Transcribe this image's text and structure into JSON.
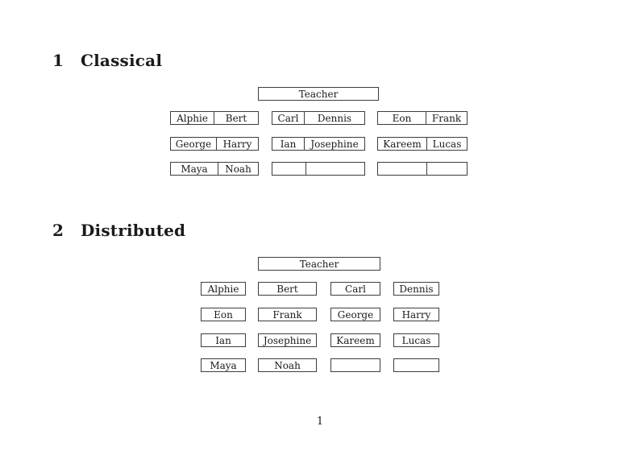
{
  "sections": [
    {
      "number": "1",
      "title": "Classical"
    },
    {
      "number": "2",
      "title": "Distributed"
    }
  ],
  "classical": {
    "teacher": "Teacher",
    "rows": [
      [
        [
          "Alphie",
          "Bert"
        ],
        [
          "Carl",
          "Dennis"
        ],
        [
          "Eon",
          "Frank"
        ]
      ],
      [
        [
          "George",
          "Harry"
        ],
        [
          "Ian",
          "Josephine"
        ],
        [
          "Kareem",
          "Lucas"
        ]
      ],
      [
        [
          "Maya",
          "Noah"
        ],
        [
          "",
          ""
        ],
        [
          "",
          ""
        ]
      ]
    ]
  },
  "distributed": {
    "teacher": "Teacher",
    "rows": [
      [
        "Alphie",
        "Bert",
        "Carl",
        "Dennis"
      ],
      [
        "Eon",
        "Frank",
        "George",
        "Harry"
      ],
      [
        "Ian",
        "Josephine",
        "Kareem",
        "Lucas"
      ],
      [
        "Maya",
        "Noah",
        "",
        ""
      ]
    ]
  },
  "footer": {
    "page_number": "1"
  }
}
